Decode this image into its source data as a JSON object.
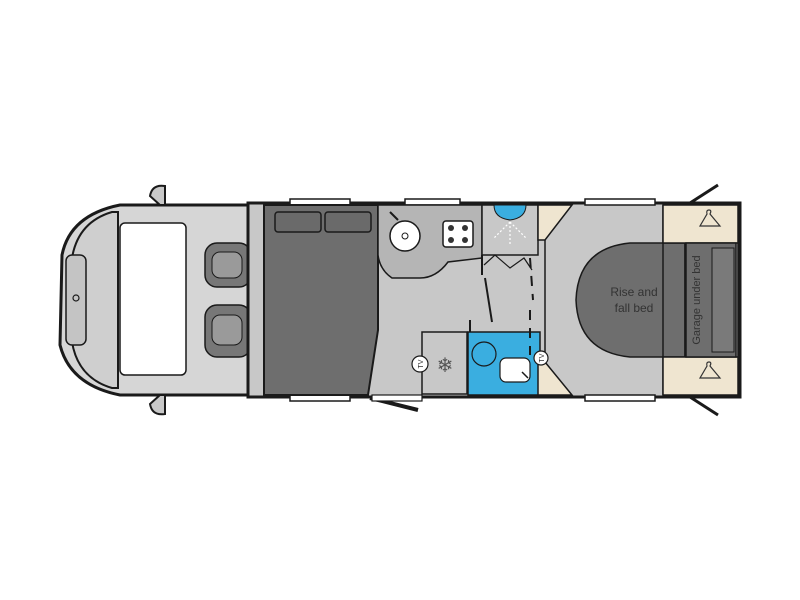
{
  "floorplan": {
    "bed_label_line1": "Rise and",
    "bed_label_line2": "fall bed",
    "garage_label": "Garage under bed",
    "tv_label_1": "TV",
    "tv_label_2": "TV"
  },
  "icons": {
    "fridge": "snowflake-icon",
    "wardrobe": "hanger-icon",
    "tv": "tv-icon",
    "sink": "sink-icon",
    "hob": "hob-icon",
    "shower": "shower-icon",
    "toilet": "toilet-icon",
    "seat": "cab-seat-icon"
  },
  "colors": {
    "floor": "#c8c8c8",
    "dark_panel": "#6e6e6e",
    "bathroom_blue": "#3aaee0",
    "wardrobe_beige": "#efe5d0",
    "outline": "#1a1a1a",
    "cab_white": "#ffffff"
  }
}
